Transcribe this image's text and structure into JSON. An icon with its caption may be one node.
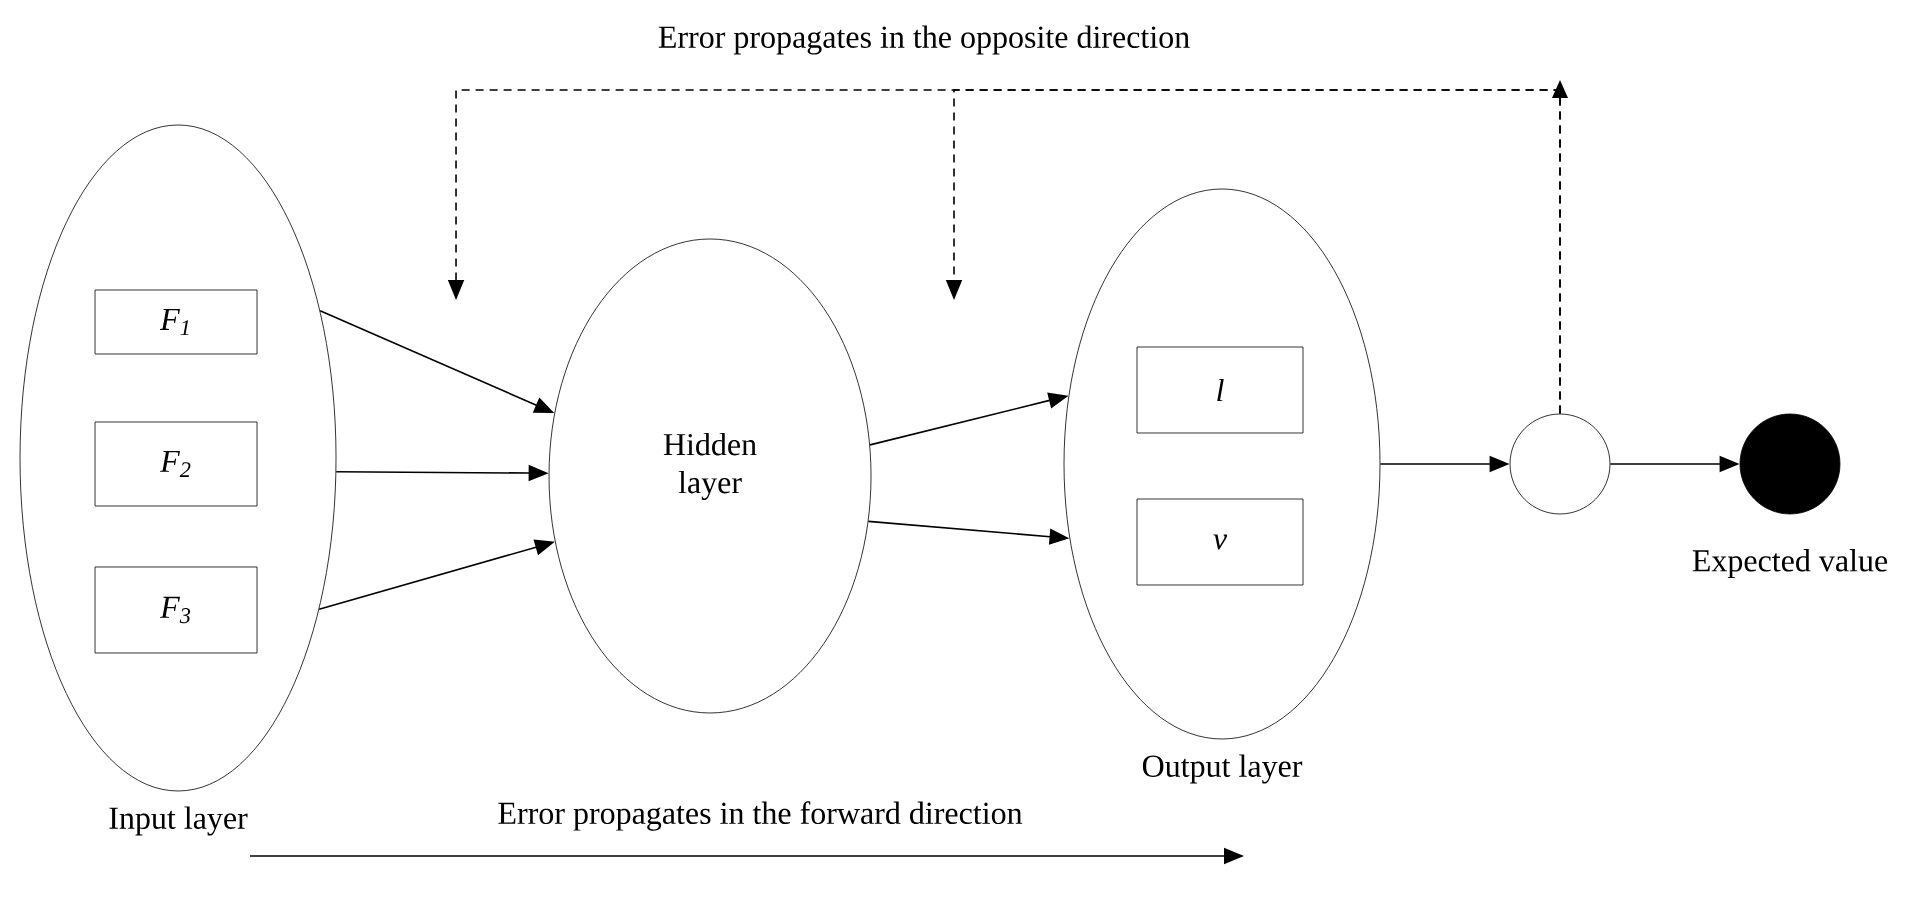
{
  "diagram": {
    "nodes": [
      {
        "text": [
          "Input layer"
        ]
      },
      {
        "text": [
          "F$_{1}$"
        ],
        "in": 0
      },
      {
        "text": [
          "F$_{2}$"
        ],
        "in": 0
      },
      {
        "text": [
          "F$_{3}$"
        ],
        "in": 0
      },
      {
        "text": [
          "Hidden layer"
        ]
      },
      {
        "text": [
          "Output layer"
        ]
      },
      {
        "text": [
          "l"
        ],
        "in": 5
      },
      {
        "text": [
          "v"
        ],
        "in": 5
      },
      {
        "text": [],
        "shape": "circle"
      },
      {
        "text": [],
        "shape": "circle",
        "beside": [
          "Expected value"
        ]
      }
    ],
    "edges": [
      {
        "from": 0,
        "to": 4,
        "arrow": "to"
      },
      {
        "from": 0,
        "to": 4,
        "arrow": "to"
      },
      {
        "from": 0,
        "to": 4,
        "arrow": "to"
      },
      {
        "from": 4,
        "to": 5,
        "arrow": "to"
      },
      {
        "from": 4,
        "to": 5,
        "arrow": "to"
      },
      {
        "from": 5,
        "to": 8,
        "arrow": "to"
      },
      {
        "from": 8,
        "to": 9,
        "arrow": "to"
      },
      {
        "from": 8,
        "to": null,
        "arrow": "to",
        "style": "dashed"
      },
      {
        "from": 8,
        "to": null,
        "arrow": "to",
        "style": "dashed"
      }
    ],
    "labels": [
      "Error propagates in the opposite direction",
      "Error propagates in the forward direction"
    ]
  }
}
